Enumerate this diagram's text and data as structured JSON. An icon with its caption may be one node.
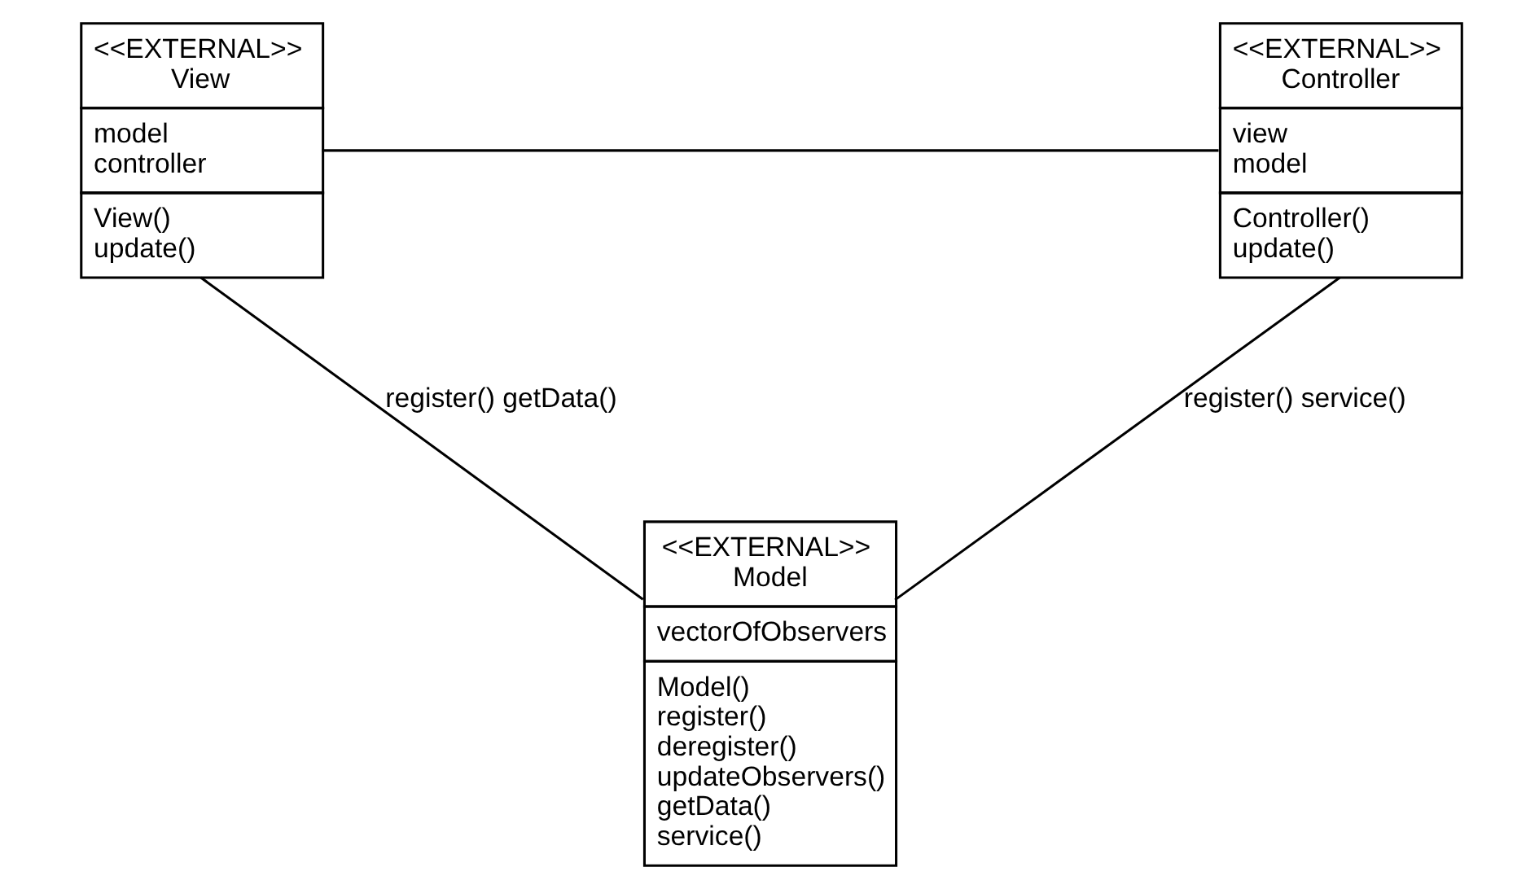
{
  "diagram": {
    "nodes": [
      {
        "text": [
          "<<EXTERNAL>>",
          "View",
          "model",
          "controller",
          "View()",
          "update()"
        ]
      },
      {
        "text": [
          "<<EXTERNAL>>",
          "Controller",
          "view",
          "model",
          "Controller()",
          "update()"
        ]
      },
      {
        "text": [
          "<<EXTERNAL>>",
          "Model",
          "vectorOfObservers",
          "Model()",
          "register()",
          "deregister()",
          "updateObservers()",
          "getData()",
          "service()"
        ]
      }
    ],
    "edges": [
      {
        "from": 0,
        "to": 1,
        "arrow": "none"
      },
      {
        "from": 0,
        "to": 2,
        "arrow": "none",
        "label": "register() getData()"
      },
      {
        "from": 1,
        "to": 2,
        "arrow": "none",
        "label": "register() service()"
      }
    ]
  }
}
